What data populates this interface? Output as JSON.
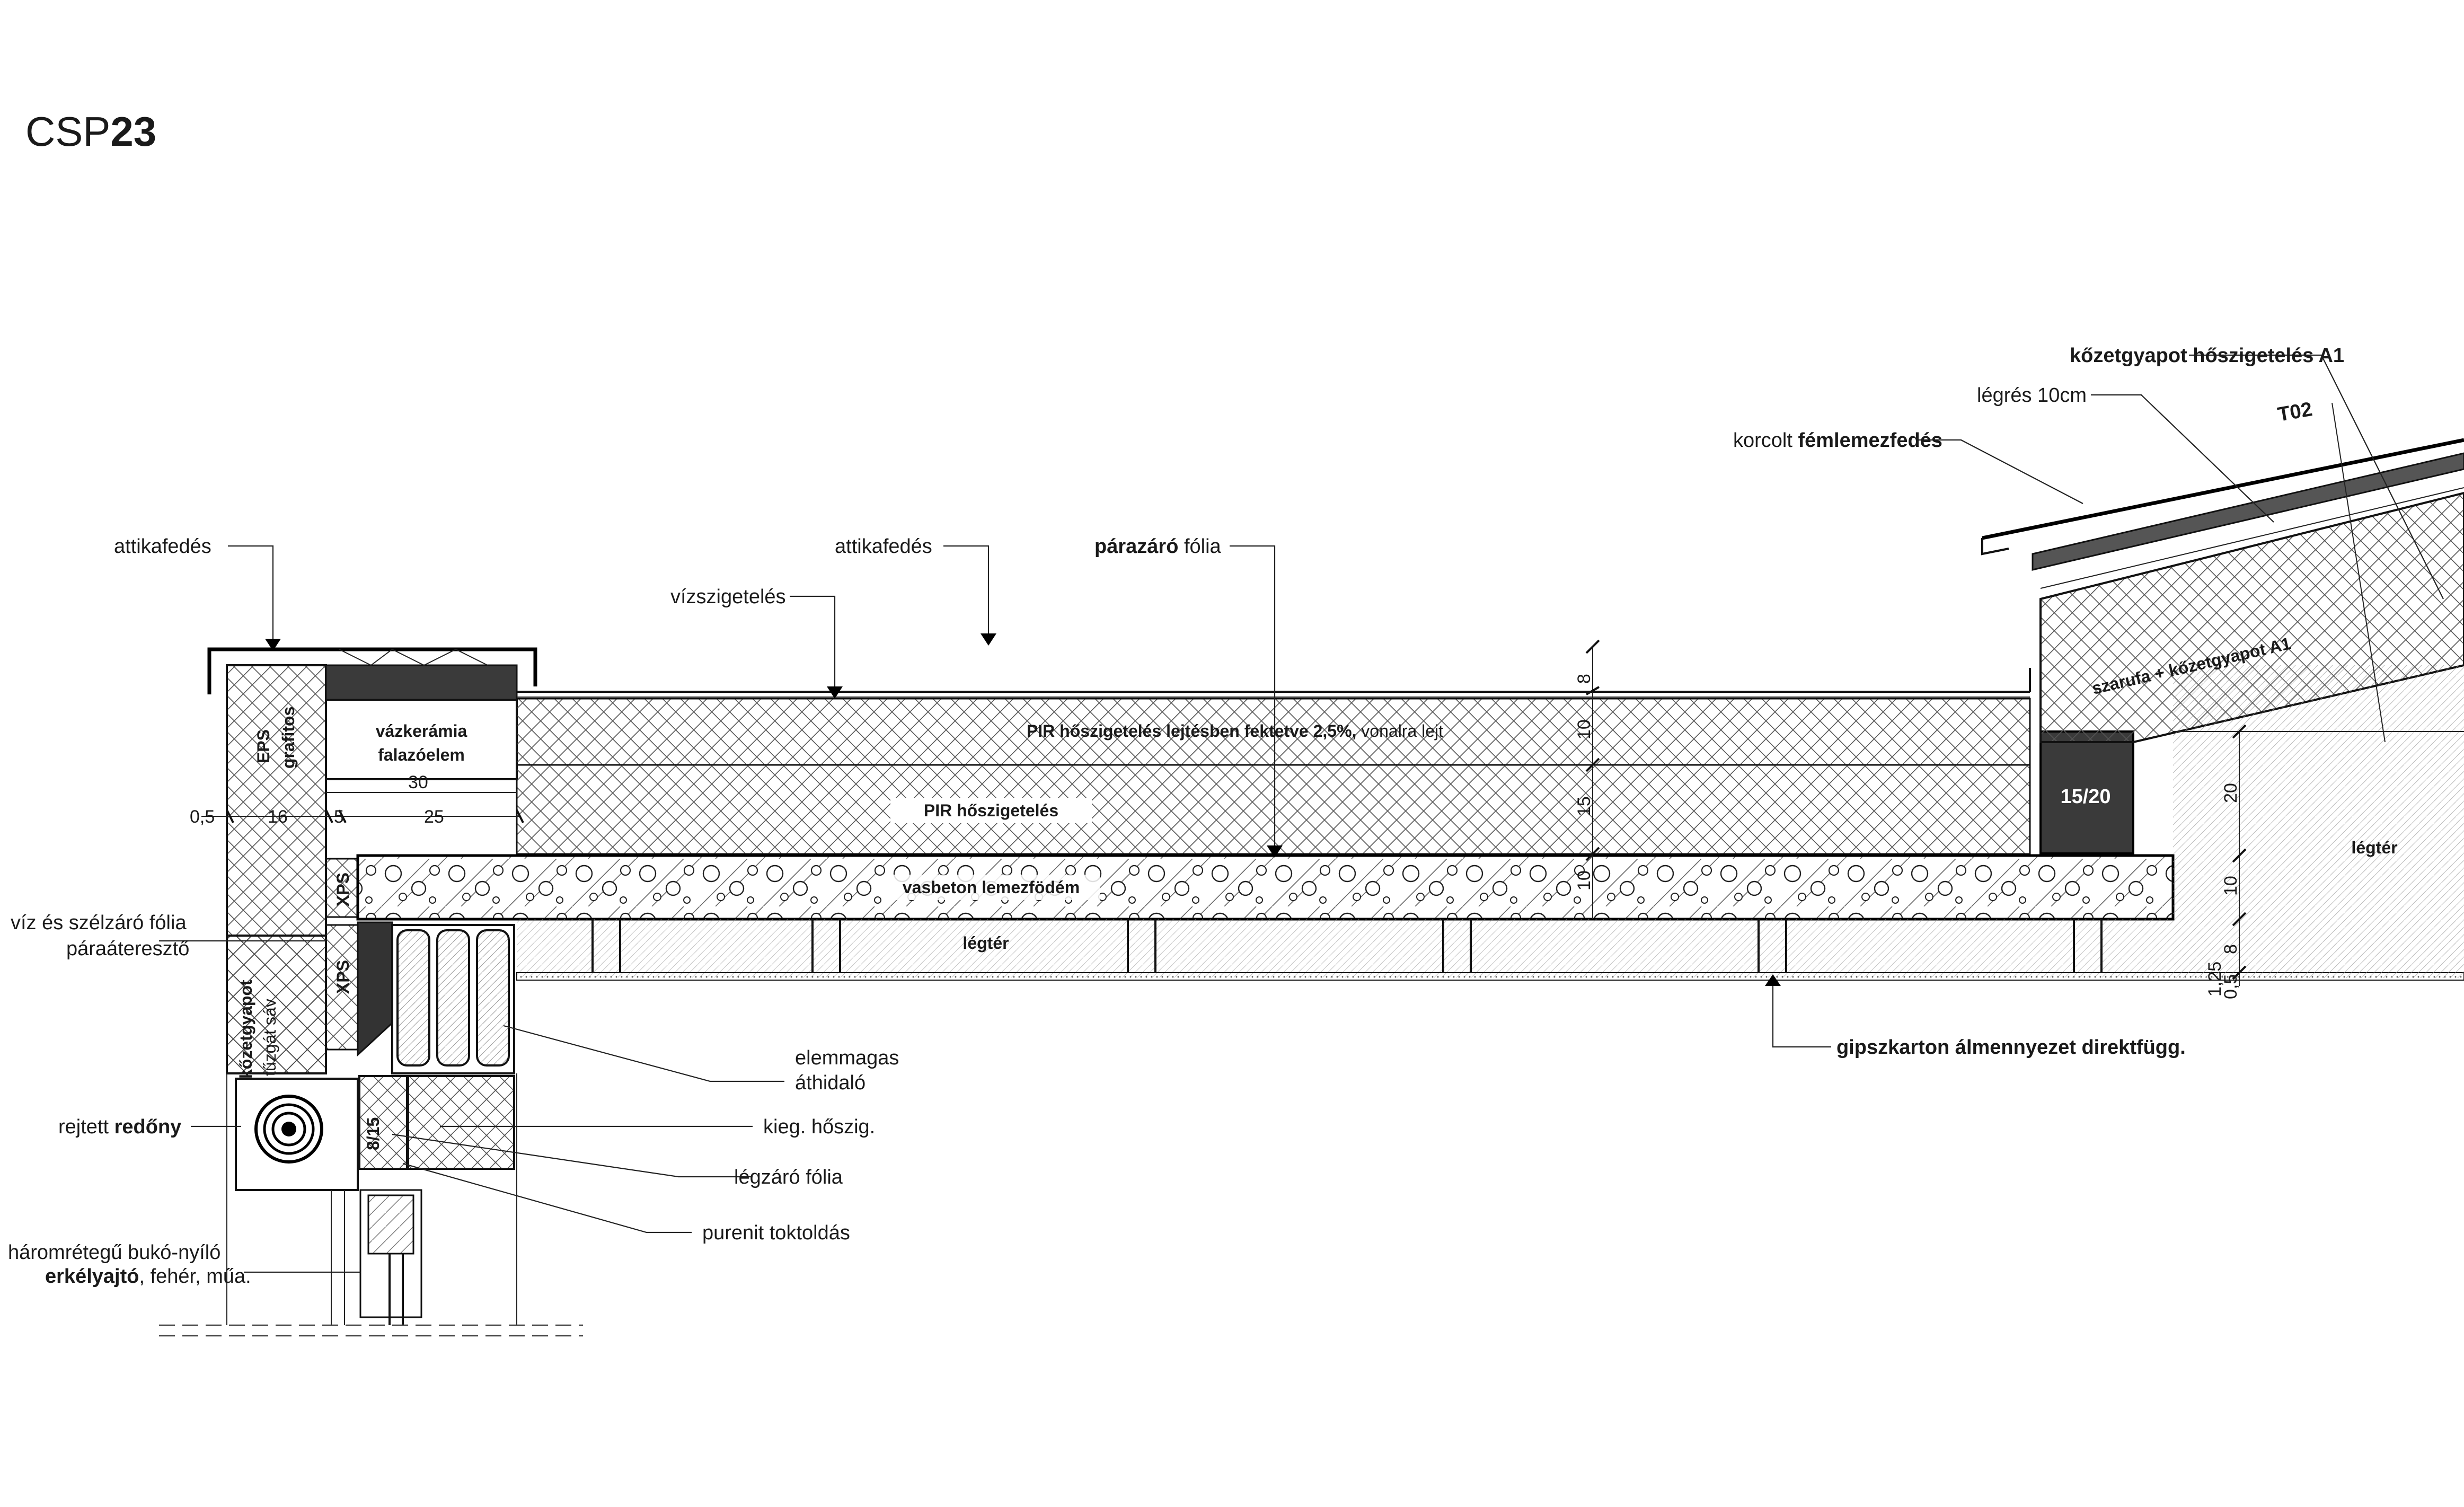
{
  "title": {
    "prefix": "CSP",
    "number": "23"
  },
  "labels_left": {
    "attikafedes": "attikafedés",
    "viz_szelzaro_1": "víz és szélzáró fólia",
    "viz_szelzaro_2": "páraáteresztő",
    "rejtett": "rejtett ",
    "redony": "redőny",
    "ajto_1": "háromrétegű bukó-nyíló",
    "ajto_2b": "erkélyajtó",
    "ajto_2": ", fehér, műa."
  },
  "labels_top": {
    "vizszigeteles": "vízszigetelés",
    "attikafedes_2": "attikafedés",
    "parazaro_b": "párazáró",
    "parazaro": " fólia",
    "kozetgyapot_a1": "kőzetgyapot hőszigetelés A1",
    "legres": "légrés 10cm",
    "korcolt": "korcolt ",
    "femlemez": "fémlemezfedés"
  },
  "labels_right": {
    "elemmagas_1": "elemmagas",
    "elemmagas_2": "áthidaló",
    "kieg": "kieg. hőszig.",
    "legzaro": "légzáró fólia",
    "purenit": "purenit toktoldás",
    "gipszkarton": "gipszkarton álmennyezet direktfügg."
  },
  "inline_labels": {
    "eps_1": "EPS",
    "eps_2": "grafitos",
    "vazkeramia_1": "vázkerámia",
    "vazkeramia_2": "falazóelem",
    "pir_lejtes_b": "PIR hőszigetelés lejtésben fektetve 2,5%,",
    "pir_lejtes": " vonalra lejt",
    "pir": "PIR hőszigetelés",
    "vasbeton": "vasbeton lemezfödém",
    "legter_1": "légtér",
    "legter_2": "légtér",
    "xps_1": "XPS",
    "xps_2": "XPS",
    "kozetgyapot_1": "kőzetgyapot",
    "kozetgyapot_2": "tűzgát sáv",
    "b_815": "8/15",
    "b_1520": "15/20",
    "szarufa": "szarufa + kőzetgyapot A1",
    "t02": "T02"
  },
  "dimensions": {
    "d_05": "0,5",
    "d_16": "16",
    "d_5": "5",
    "d_25": "25",
    "d_30": "30",
    "v_8": "8",
    "v_10": "10",
    "v_15": "15",
    "v_10b": "10",
    "r_20": "20",
    "r_10": "10",
    "r_8": "8",
    "r_125": "1,25",
    "r_05": "0,5"
  }
}
